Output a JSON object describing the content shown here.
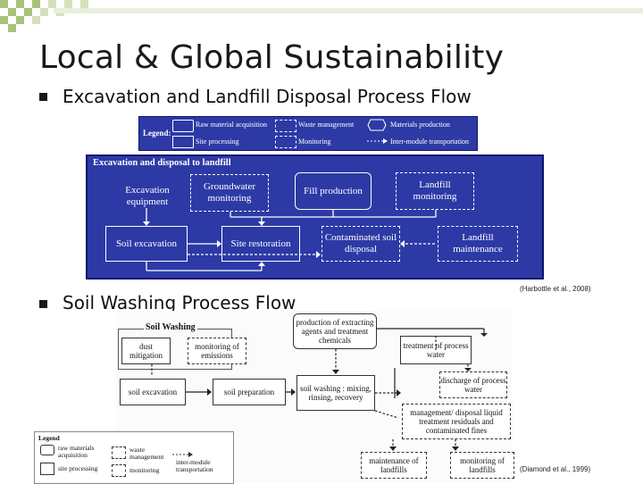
{
  "slide": {
    "title": "Local & Global Sustainability",
    "bullet1": "Excavation and Landfill Disposal Process Flow",
    "bullet2": "Soil Washing Process Flow",
    "citation1": "(Harbottle et al., 2008)",
    "citation2": "(Diamond et al., 1999)"
  },
  "figure1": {
    "legend": {
      "heading": "Legend:",
      "raw_material": "Raw material acquisition",
      "site_processing": "Site processing",
      "waste_management": "Waste management",
      "monitoring": "Monitoring",
      "materials_production": "Materials production",
      "inter_module": "Inter-module transportation"
    },
    "title": "Excavation and disposal to landfill",
    "boxes": {
      "excavation_equipment": "Excavation equipment",
      "groundwater_monitoring": "Groundwater monitoring",
      "fill_production": "Fill production",
      "landfill_monitoring": "Landfill monitoring",
      "soil_excavation": "Soil excavation",
      "site_restoration": "Site restoration",
      "contaminated_soil_disposal": "Contaminated soil disposal",
      "landfill_maintenance": "Landfill maintenance"
    }
  },
  "figure2": {
    "title": "Soil Washing",
    "boxes": {
      "production": "production of extracting agents and treatment chemicals",
      "dust_mitigation": "dust mitigation",
      "monitoring_emissions": "monitoring of emissions",
      "treatment_water": "treatment of process water",
      "discharge_water": "discharge of process water",
      "soil_excavation": "soil excavation",
      "soil_preparation": "soil preparation",
      "soil_washing": "soil washing : mixing, rinsing, recovery",
      "management_disposal": "management/ disposal liquid treatment residuals and contaminated fines",
      "maintenance_landfills": "maintenance of landfills",
      "monitoring_landfills": "monitoring of landfills"
    },
    "legend": {
      "heading": "Legend",
      "raw_materials": "raw materials acquisition",
      "site_processing": "site processing",
      "waste_management": "waste management",
      "monitoring": "monitoring",
      "inter_module": "inter-module transportation"
    }
  },
  "colors": {
    "figure1_bg": "#2d3aa6",
    "checker_green": "#a9c27a"
  }
}
